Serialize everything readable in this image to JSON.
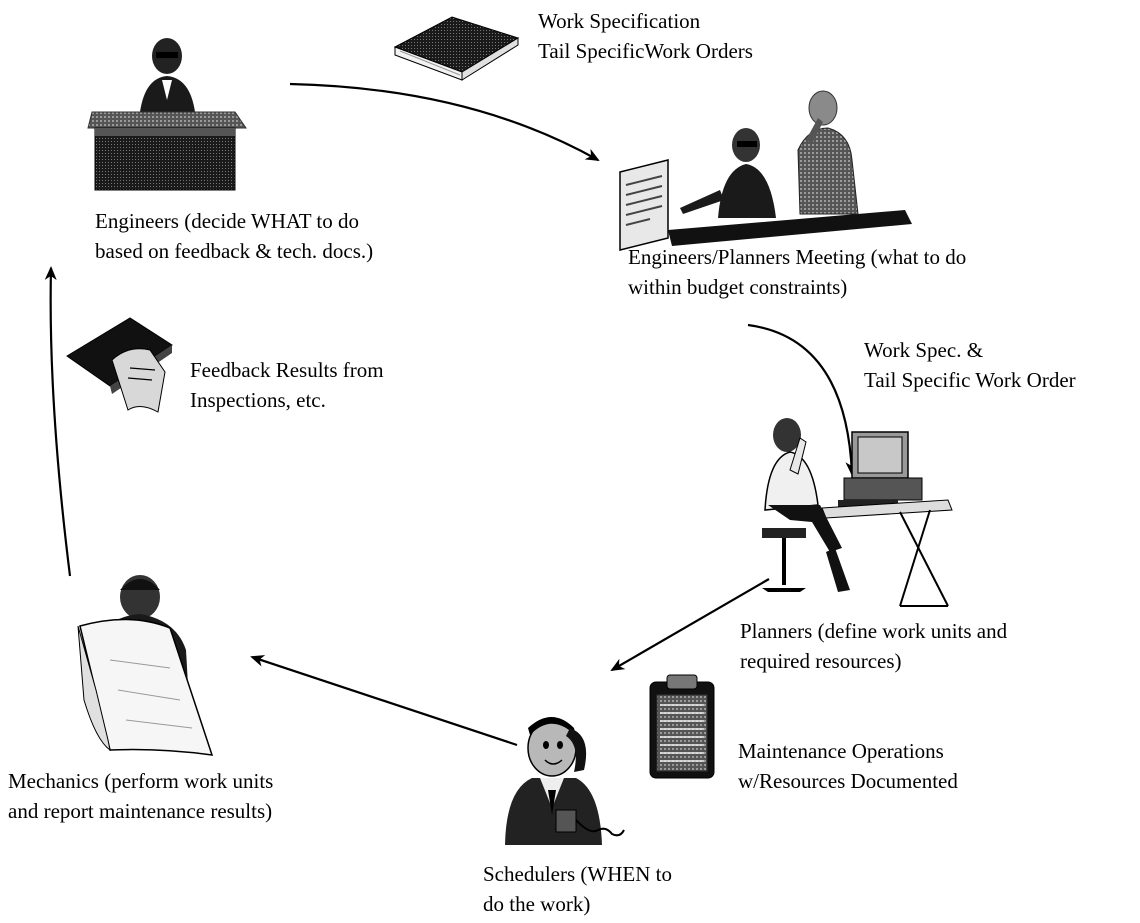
{
  "nodes": {
    "engineers": {
      "line1": "Engineers (decide WHAT to do",
      "line2": "based on feedback & tech. docs.)"
    },
    "meeting": {
      "line1": "Engineers/Planners Meeting (what to do",
      "line2": "within budget constraints)"
    },
    "planners": {
      "line1": "Planners (define work units and",
      "line2": "required resources)"
    },
    "schedulers": {
      "line1": "Schedulers (WHEN to",
      "line2": "do the work)"
    },
    "mechanics": {
      "line1": "Mechanics (perform work units",
      "line2": "and report maintenance results)"
    }
  },
  "documents": {
    "work_spec_top": {
      "line1": "Work Specification",
      "line2": "Tail SpecificWork Orders"
    },
    "work_spec_right": {
      "line1": "Work Spec. &",
      "line2": "Tail Specific Work Order"
    },
    "feedback": {
      "line1": "Feedback Results from",
      "line2": "Inspections, etc."
    },
    "maintenance_ops": {
      "line1": "Maintenance Operations",
      "line2": "w/Resources Documented"
    }
  },
  "icons": {
    "engineer": "engineer-at-desk-icon",
    "meeting": "meeting-people-icon",
    "planner": "planner-computer-icon",
    "scheduler": "scheduler-phone-icon",
    "mechanic": "mechanic-blueprint-icon",
    "book": "book-icon",
    "binder": "binder-icon",
    "clipboard": "clipboard-icon"
  }
}
